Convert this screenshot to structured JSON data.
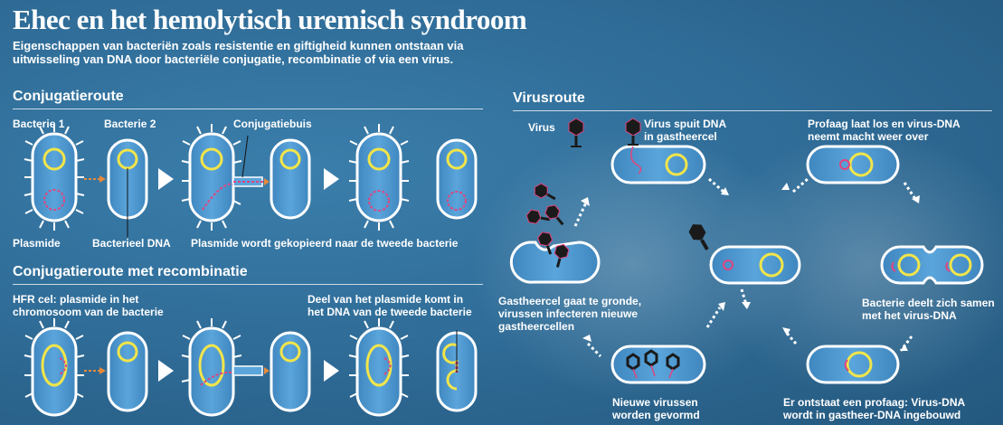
{
  "header": {
    "title": "Ehec en het hemolytisch uremisch syndroom",
    "subtitle_line1": "Eigenschappen van bacteriën zoals resistentie en giftigheid kunnen ontstaan via",
    "subtitle_line2": "uitwisseling van DNA door bacteriële conjugatie, recombinatie of via een virus."
  },
  "conjugation": {
    "heading": "Conjugatieroute",
    "bacterie1": "Bacterie 1",
    "bacterie2": "Bacterie 2",
    "tube": "Conjugatiebuis",
    "plasmide": "Plasmide",
    "bacterial_dna": "Bacterieel DNA",
    "copied": "Plasmide wordt gekopieerd naar de tweede bacterie"
  },
  "recombination": {
    "heading": "Conjugatieroute met recombinatie",
    "hfr_line1": "HFR cel: plasmide in het",
    "hfr_line2": "chromosoom van de bacterie",
    "part_line1": "Deel van het plasmide komt in",
    "part_line2": "het DNA van de tweede bacterie"
  },
  "virus_route": {
    "heading": "Virusroute",
    "virus": "Virus",
    "injects_line1": "Virus spuit DNA",
    "injects_line2": "in gastheercel",
    "prophage_release_line1": "Profaag laat los en virus-DNA",
    "prophage_release_line2": "neemt macht weer over",
    "host_dies_line1": "Gastheercel gaat te gronde,",
    "host_dies_line2": "virussen infecteren nieuwe",
    "host_dies_line3": "gastheercellen",
    "divides_line1": "Bacterie deelt zich samen",
    "divides_line2": "met het virus-DNA",
    "new_viruses_line1": "Nieuwe virussen",
    "new_viruses_line2": "worden gevormd",
    "prophage_forms_line1": "Er ontstaat een profaag: Virus-DNA",
    "prophage_forms_line2": "wordt in gastheer-DNA ingebouwd"
  },
  "colors": {
    "background": "#2e6a95",
    "cell_fill": "#4a95cf",
    "cell_outline": "#ffffff",
    "chromosome": "#f2e54a",
    "plasmid": "#e0457f",
    "transfer_arrow": "#e88a3a",
    "virus": "#1a1a1a"
  }
}
